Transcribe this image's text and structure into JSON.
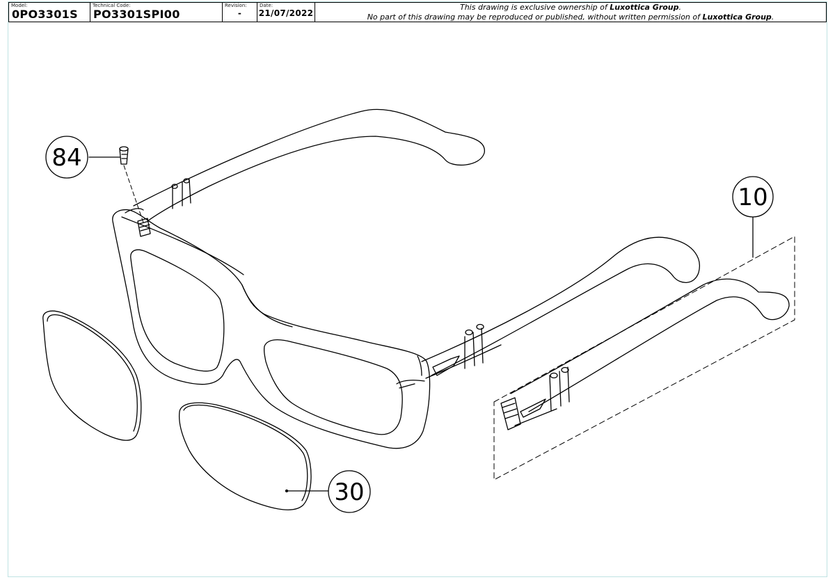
{
  "title_block": {
    "model_label": "Model:",
    "model_value": "0PO3301S",
    "technical_code_label": "Technical Code:",
    "technical_code_value": "PO3301SPI00",
    "revision_label": "Revision:",
    "revision_value": "-",
    "date_label": "Date:",
    "date_value": "21/07/2022",
    "notice_line1_a": "This drawing is exclusive ownership of ",
    "notice_line1_b": "Luxottica Group",
    "notice_line1_c": ".",
    "notice_line2_a": "No part of this drawing may be reproduced or published, without written permission of ",
    "notice_line2_b": "Luxottica Group",
    "notice_line2_c": "."
  },
  "callouts": {
    "screw": "84",
    "temple": "10",
    "lens": "30"
  }
}
